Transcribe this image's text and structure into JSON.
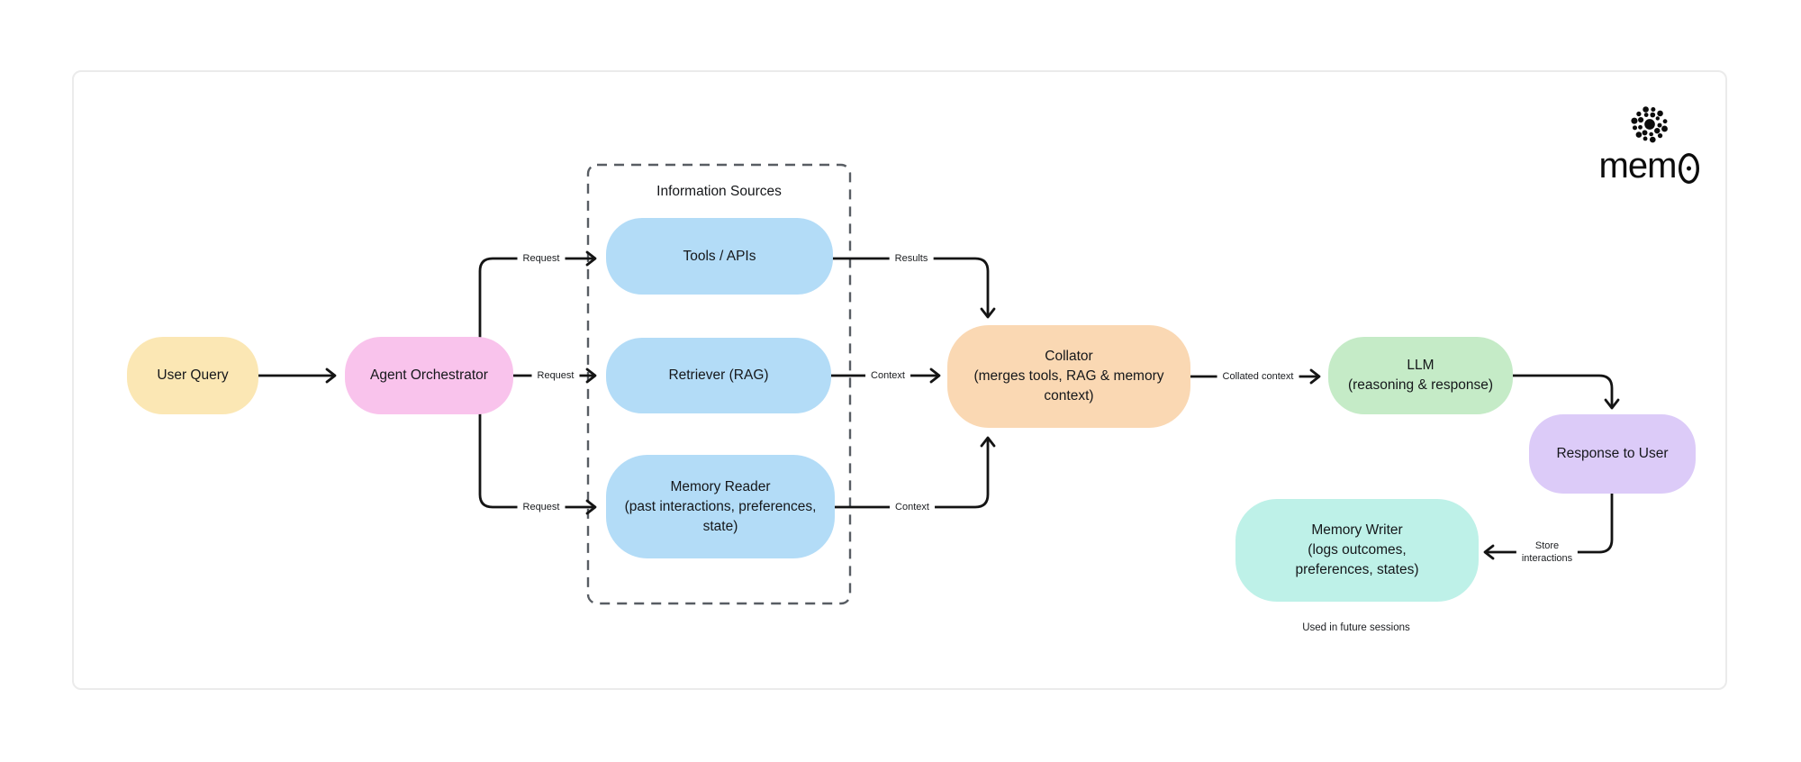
{
  "logo": {
    "text_prefix": "mem",
    "zero_char": "0",
    "icon": "mem0-dots-icon"
  },
  "group": {
    "info_sources_title": "Information Sources"
  },
  "nodes": {
    "user_query": {
      "lines": [
        "User Query"
      ],
      "color": "#FBE7B4"
    },
    "orchestrator": {
      "lines": [
        "Agent Orchestrator"
      ],
      "color": "#F9C3EC"
    },
    "tools": {
      "lines": [
        "Tools / APIs"
      ],
      "color": "#B3DCF7"
    },
    "retriever": {
      "lines": [
        "Retriever (RAG)"
      ],
      "color": "#B3DCF7"
    },
    "memory_reader": {
      "lines": [
        "Memory Reader",
        "(past interactions, preferences,",
        "state)"
      ],
      "color": "#B3DCF7"
    },
    "collator": {
      "lines": [
        "Collator",
        "(merges tools, RAG & memory",
        "context)"
      ],
      "color": "#FAD8B3"
    },
    "llm": {
      "lines": [
        "LLM",
        "(reasoning & response)"
      ],
      "color": "#C5EBC7"
    },
    "response": {
      "lines": [
        "Response to User"
      ],
      "color": "#DCCBF8"
    },
    "memory_writer": {
      "lines": [
        "Memory Writer",
        "(logs outcomes,",
        "preferences, states)"
      ],
      "color": "#BEF1E8"
    }
  },
  "edges": {
    "request_tools": {
      "label": "Request"
    },
    "request_retriever": {
      "label": "Request"
    },
    "request_memory": {
      "label": "Request"
    },
    "results": {
      "label": "Results"
    },
    "context_retriever": {
      "label": "Context"
    },
    "context_memory": {
      "label": "Context"
    },
    "collated_context": {
      "label": "Collated context"
    },
    "store_interactions": {
      "lines": [
        "Store",
        "interactions"
      ]
    }
  },
  "note": {
    "future_sessions": "Used in future sessions"
  },
  "colors": {
    "arrow": "#141414",
    "dashed_border": "#585d63",
    "canvas_border": "#ebebeb",
    "text": "#15171a"
  }
}
